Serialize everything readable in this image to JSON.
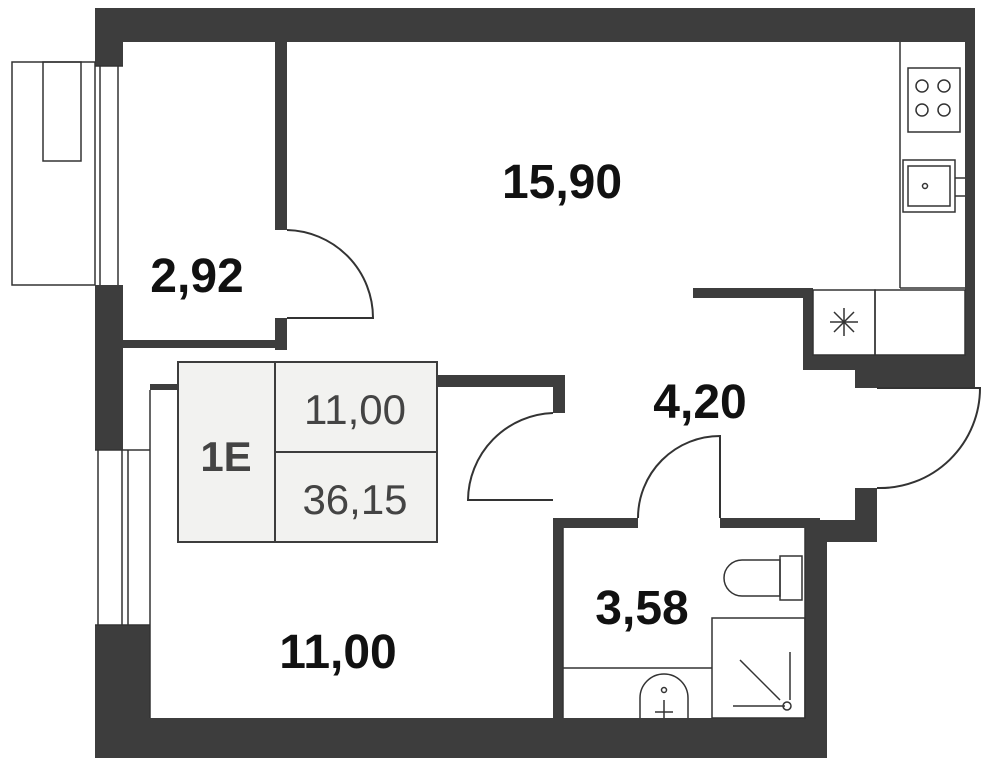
{
  "rooms": {
    "storage": {
      "area": "2,92"
    },
    "kitchen_living": {
      "area": "15,90"
    },
    "hall": {
      "area": "4,20"
    },
    "bedroom": {
      "area": "11,00"
    },
    "bathroom": {
      "area": "3,58"
    }
  },
  "info_box": {
    "type": "1E",
    "living_area": "11,00",
    "total_area": "36,15"
  },
  "colors": {
    "wall": "#3d3d3d",
    "line": "#333333",
    "box_fill": "#f2f2f0",
    "box_text": "#444444",
    "label_text": "#111111"
  },
  "icons": [
    "stove-icon",
    "sink-icon",
    "ventilation-shaft-icon",
    "toilet-icon",
    "shower-icon",
    "washbasin-icon"
  ]
}
